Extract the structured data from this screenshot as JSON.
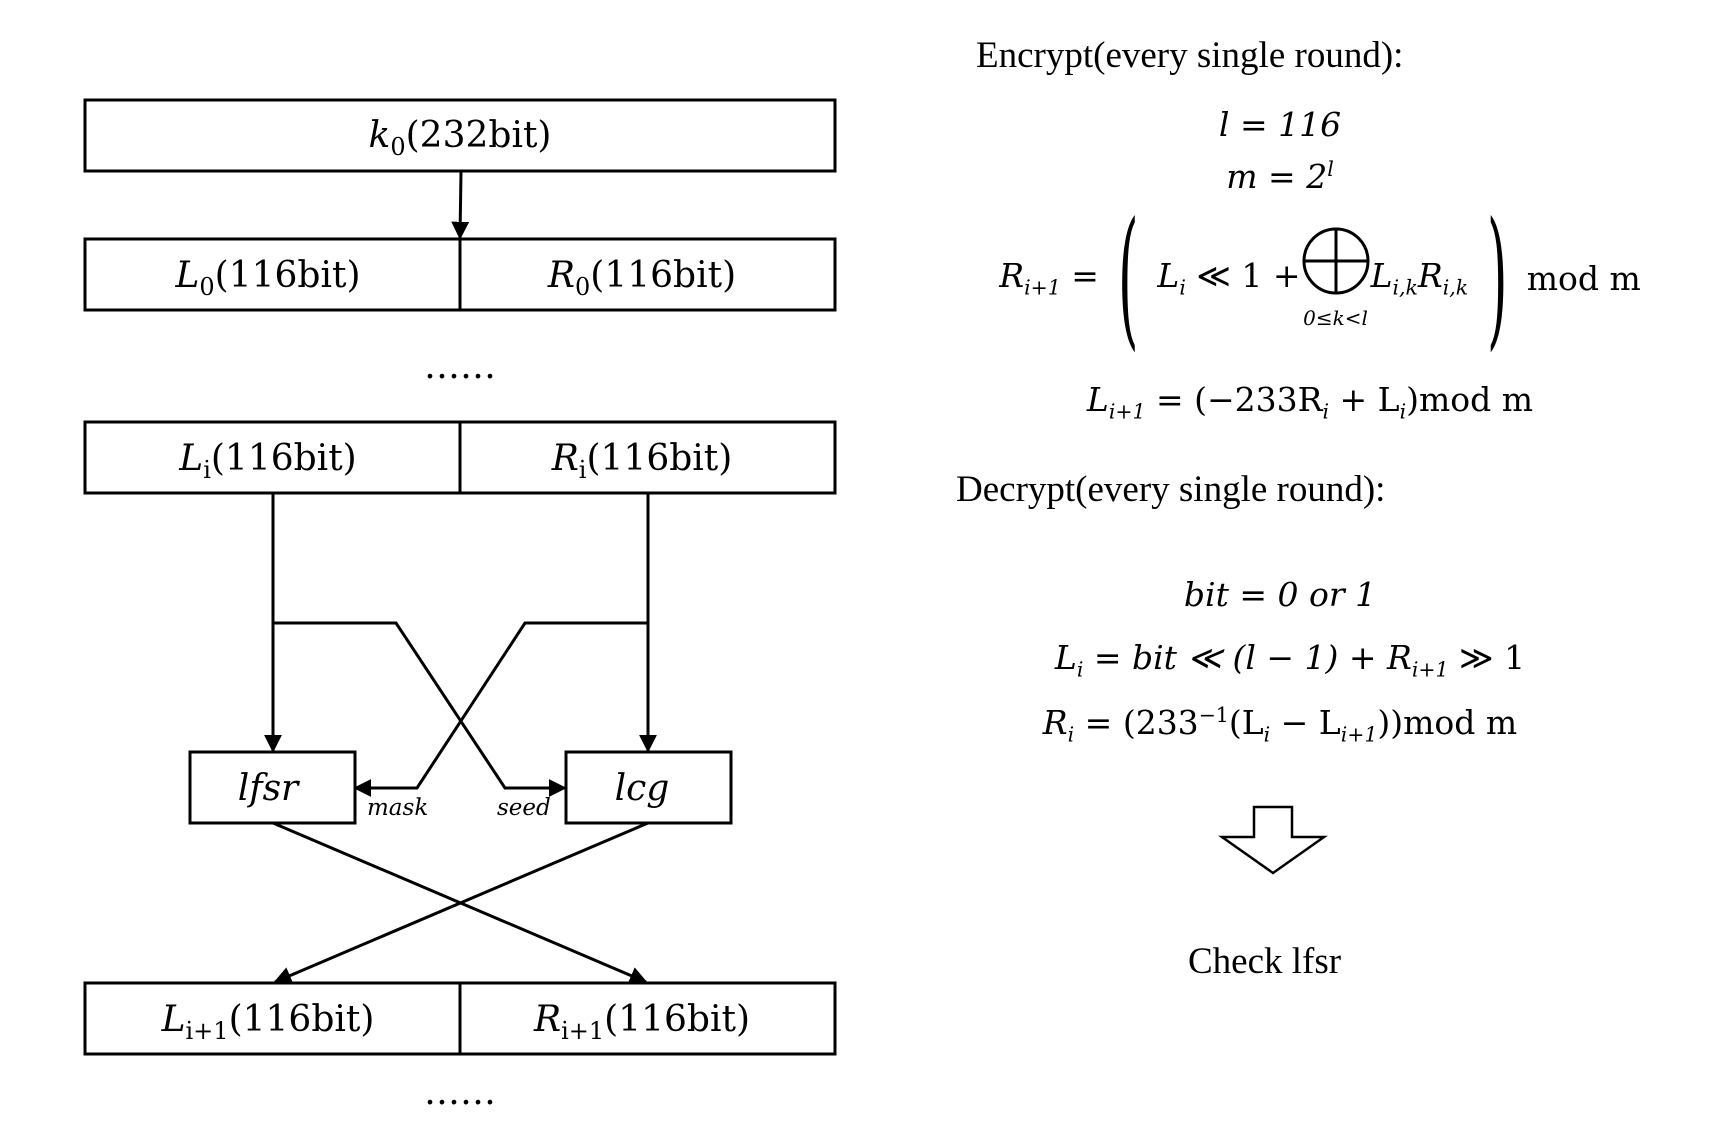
{
  "diagram": {
    "k0_box": {
      "var": "k",
      "sub": "0",
      "suffix": "(232bit)"
    },
    "L0_box": {
      "var": "L",
      "sub": "0",
      "suffix": "(116bit)"
    },
    "R0_box": {
      "var": "R",
      "sub": "0",
      "suffix": "(116bit)"
    },
    "ellipsis_top": "……",
    "Li_box": {
      "var": "L",
      "sub": "i",
      "suffix": "(116bit)"
    },
    "Ri_box": {
      "var": "R",
      "sub": "i",
      "suffix": "(116bit)"
    },
    "lfsr_label": "lfsr",
    "lcg_label": "lcg",
    "mask_label": "mask",
    "seed_label": "seed",
    "Li1_box": {
      "var": "L",
      "sub": "i+1",
      "suffix": "(116bit)"
    },
    "Ri1_box": {
      "var": "R",
      "sub": "i+1",
      "suffix": "(116bit)"
    },
    "ellipsis_bottom": "……"
  },
  "encrypt": {
    "heading": "Encrypt(every single round):",
    "l_def": "l = 116",
    "m_def_base": "m = 2",
    "m_def_exp": "l",
    "r_lhs": "R",
    "r_lhs_sub": "i+1",
    "r_inner_1": "L",
    "r_inner_1_sub": "i",
    "r_inner_op": " ≪ 1 + ",
    "r_sum_under": "0≤k<l",
    "r_inner_2": "L",
    "r_inner_2_sub": "i,k",
    "r_inner_3": "R",
    "r_inner_3_sub": "i,k",
    "r_mod": "mod m",
    "l_eq": "L",
    "l_eq_sub": "i+1",
    "l_eq_rhs": " = (−233R",
    "l_eq_rhs_sub": "i",
    "l_eq_rhs2": " + L",
    "l_eq_rhs2_sub": "i",
    "l_eq_rhs3": ")mod m"
  },
  "decrypt": {
    "heading": "Decrypt(every single round):",
    "bit_def": "bit = 0  or  1",
    "li_eq": "L",
    "li_eq_sub": "i",
    "li_eq_rhs": " = bit ≪ (l − 1) + R",
    "li_eq_rhs_sub": "i+1",
    "li_eq_rhs2": " ≫ 1",
    "ri_eq": "R",
    "ri_eq_sub": "i",
    "ri_eq_rhs": " = (233",
    "ri_eq_sup": "−1",
    "ri_eq_rhs2": "(L",
    "ri_eq_rhs2_sub": "i",
    "ri_eq_rhs3": " − L",
    "ri_eq_rhs3_sub": "i+1",
    "ri_eq_rhs4": "))mod m",
    "check": "Check  lfsr"
  }
}
